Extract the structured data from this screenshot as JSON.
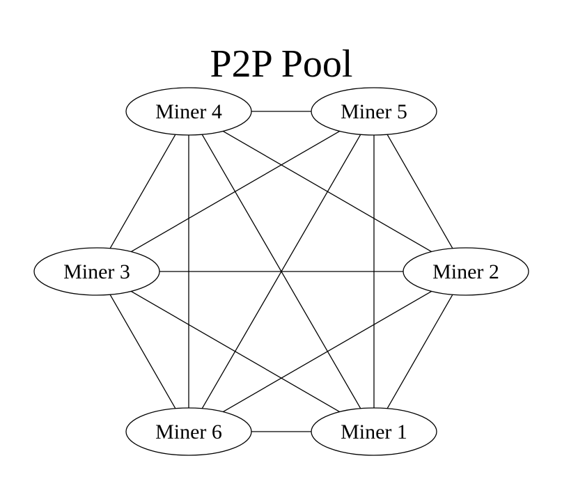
{
  "title": "P2P Pool",
  "nodes": [
    {
      "id": "miner1",
      "label": "Miner 1"
    },
    {
      "id": "miner2",
      "label": "Miner 2"
    },
    {
      "id": "miner3",
      "label": "Miner 3"
    },
    {
      "id": "miner4",
      "label": "Miner 4"
    },
    {
      "id": "miner5",
      "label": "Miner 5"
    },
    {
      "id": "miner6",
      "label": "Miner 6"
    }
  ],
  "edges": [
    [
      "miner4",
      "miner5"
    ],
    [
      "miner4",
      "miner3"
    ],
    [
      "miner4",
      "miner6"
    ],
    [
      "miner4",
      "miner1"
    ],
    [
      "miner4",
      "miner2"
    ],
    [
      "miner5",
      "miner3"
    ],
    [
      "miner5",
      "miner6"
    ],
    [
      "miner5",
      "miner1"
    ],
    [
      "miner5",
      "miner2"
    ],
    [
      "miner3",
      "miner2"
    ],
    [
      "miner3",
      "miner6"
    ],
    [
      "miner3",
      "miner1"
    ],
    [
      "miner2",
      "miner6"
    ],
    [
      "miner2",
      "miner1"
    ],
    [
      "miner6",
      "miner1"
    ]
  ]
}
